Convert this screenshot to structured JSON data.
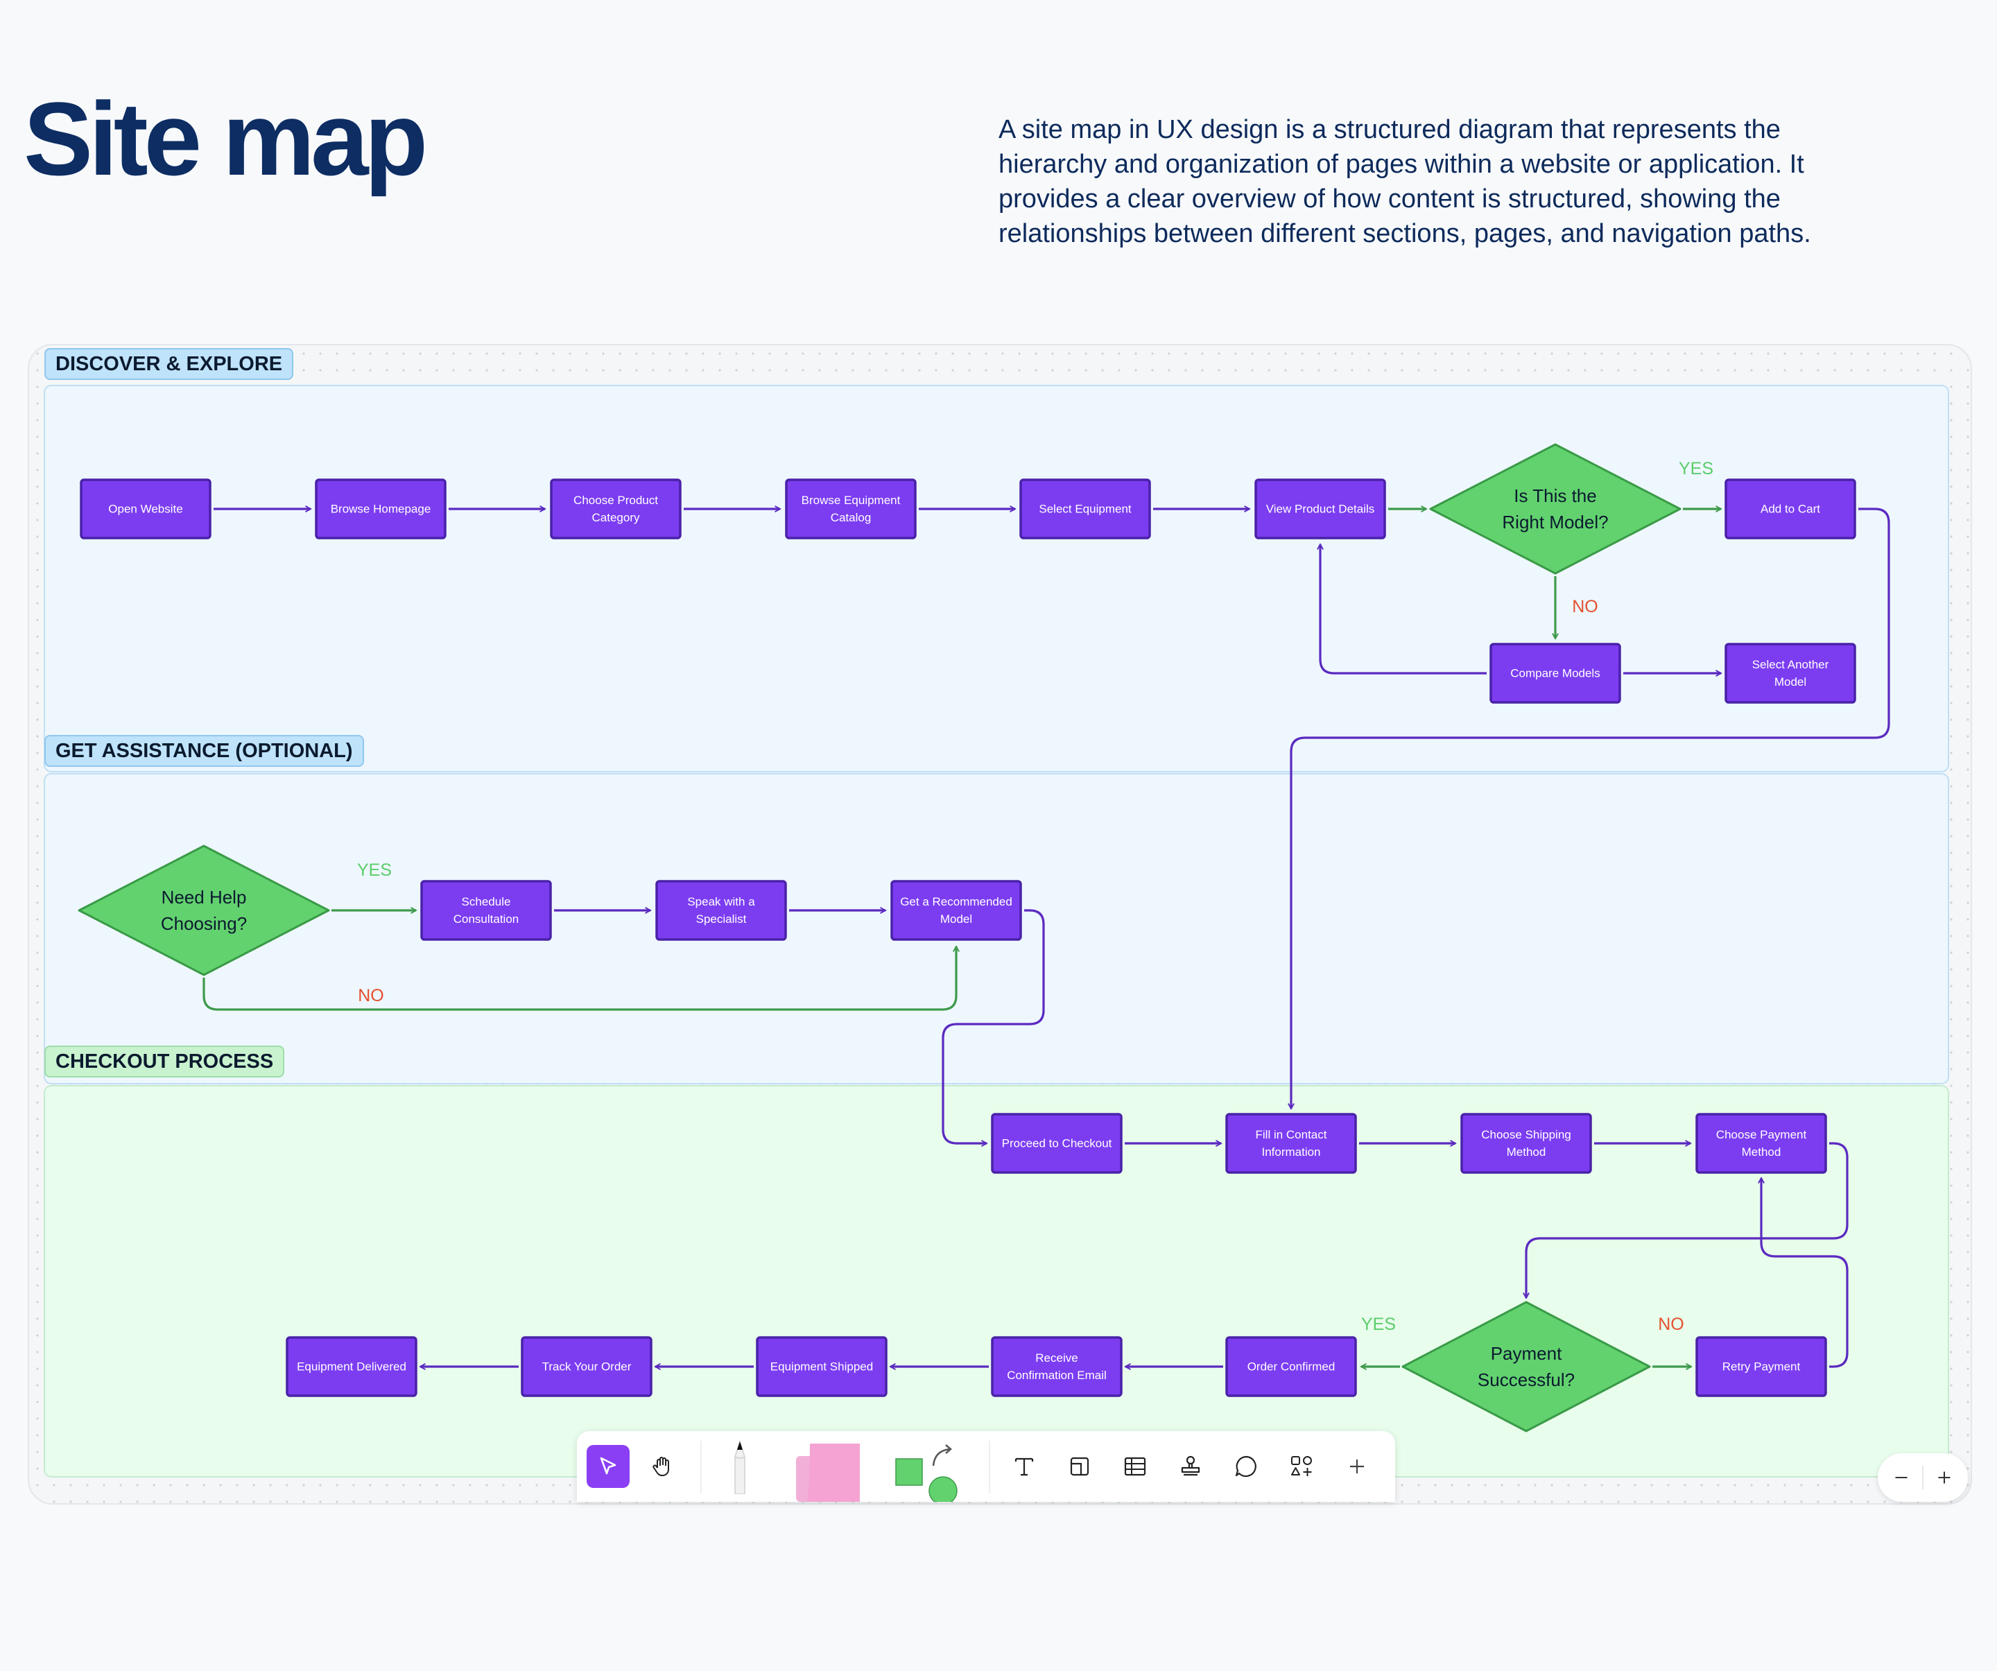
{
  "title": "Site map",
  "description": "A site map in UX design is a structured diagram that represents the hierarchy and organization of pages within a website or application. It provides a clear overview of how content is structured, showing the relationships between different sections, pages, and navigation paths.",
  "lanes": [
    {
      "id": "discover",
      "label": "DISCOVER & EXPLORE",
      "color": "#eef7fe"
    },
    {
      "id": "assist",
      "label": "GET ASSISTANCE (OPTIONAL)",
      "color": "#eef7fe"
    },
    {
      "id": "checkout",
      "label": "CHECKOUT PROCESS",
      "color": "#e8fdec"
    }
  ],
  "nodes": [
    {
      "id": "open",
      "type": "process",
      "lines": [
        "Open Website"
      ]
    },
    {
      "id": "browse_home",
      "type": "process",
      "lines": [
        "Browse Homepage"
      ]
    },
    {
      "id": "choose_cat",
      "type": "process",
      "lines": [
        "Choose Product",
        "Category"
      ]
    },
    {
      "id": "browse_cat",
      "type": "process",
      "lines": [
        "Browse Equipment",
        "Catalog"
      ]
    },
    {
      "id": "select_eq",
      "type": "process",
      "lines": [
        "Select Equipment"
      ]
    },
    {
      "id": "view_details",
      "type": "process",
      "lines": [
        "View Product Details"
      ]
    },
    {
      "id": "right_model",
      "type": "decision",
      "lines": [
        "Is This the",
        "Right Model?"
      ]
    },
    {
      "id": "add_cart",
      "type": "process",
      "lines": [
        "Add to Cart"
      ]
    },
    {
      "id": "compare",
      "type": "process",
      "lines": [
        "Compare Models"
      ]
    },
    {
      "id": "select_another",
      "type": "process",
      "lines": [
        "Select Another",
        "Model"
      ]
    },
    {
      "id": "need_help",
      "type": "decision",
      "lines": [
        "Need Help",
        "Choosing?"
      ]
    },
    {
      "id": "schedule",
      "type": "process",
      "lines": [
        "Schedule",
        "Consultation"
      ]
    },
    {
      "id": "speak",
      "type": "process",
      "lines": [
        "Speak with a",
        "Specialist"
      ]
    },
    {
      "id": "recommended",
      "type": "process",
      "lines": [
        "Get a Recommended",
        "Model"
      ]
    },
    {
      "id": "proceed",
      "type": "process",
      "lines": [
        "Proceed to Checkout"
      ]
    },
    {
      "id": "contact",
      "type": "process",
      "lines": [
        "Fill in Contact",
        "Information"
      ]
    },
    {
      "id": "shipping",
      "type": "process",
      "lines": [
        "Choose Shipping",
        "Method"
      ]
    },
    {
      "id": "payment_method",
      "type": "process",
      "lines": [
        "Choose Payment",
        "Method"
      ]
    },
    {
      "id": "payment_ok",
      "type": "decision",
      "lines": [
        "Payment",
        "Successful?"
      ]
    },
    {
      "id": "retry",
      "type": "process",
      "lines": [
        "Retry Payment"
      ]
    },
    {
      "id": "confirmed",
      "type": "process",
      "lines": [
        "Order Confirmed"
      ]
    },
    {
      "id": "email",
      "type": "process",
      "lines": [
        "Receive",
        "Confirmation Email"
      ]
    },
    {
      "id": "shipped",
      "type": "process",
      "lines": [
        "Equipment Shipped"
      ]
    },
    {
      "id": "track",
      "type": "process",
      "lines": [
        "Track Your Order"
      ]
    },
    {
      "id": "delivered",
      "type": "process",
      "lines": [
        "Equipment Delivered"
      ]
    }
  ],
  "edges": [
    {
      "from": "open",
      "to": "browse_home"
    },
    {
      "from": "browse_home",
      "to": "choose_cat"
    },
    {
      "from": "choose_cat",
      "to": "browse_cat"
    },
    {
      "from": "browse_cat",
      "to": "select_eq"
    },
    {
      "from": "select_eq",
      "to": "view_details"
    },
    {
      "from": "view_details",
      "to": "right_model"
    },
    {
      "from": "right_model",
      "to": "add_cart",
      "label": "YES"
    },
    {
      "from": "right_model",
      "to": "compare",
      "label": "NO"
    },
    {
      "from": "compare",
      "to": "select_another"
    },
    {
      "from": "compare",
      "to": "view_details"
    },
    {
      "from": "add_cart",
      "to": "contact"
    },
    {
      "from": "need_help",
      "to": "schedule",
      "label": "YES"
    },
    {
      "from": "need_help",
      "to": "recommended",
      "label": "NO"
    },
    {
      "from": "schedule",
      "to": "speak"
    },
    {
      "from": "speak",
      "to": "recommended"
    },
    {
      "from": "recommended",
      "to": "proceed"
    },
    {
      "from": "proceed",
      "to": "contact"
    },
    {
      "from": "contact",
      "to": "shipping"
    },
    {
      "from": "shipping",
      "to": "payment_method"
    },
    {
      "from": "payment_method",
      "to": "payment_ok"
    },
    {
      "from": "payment_ok",
      "to": "retry",
      "label": "NO"
    },
    {
      "from": "retry",
      "to": "payment_method"
    },
    {
      "from": "payment_ok",
      "to": "confirmed",
      "label": "YES"
    },
    {
      "from": "confirmed",
      "to": "email"
    },
    {
      "from": "email",
      "to": "shipped"
    },
    {
      "from": "shipped",
      "to": "track"
    },
    {
      "from": "track",
      "to": "delivered"
    }
  ],
  "colors": {
    "process_fill": "#7c3df1",
    "process_stroke": "#4a22a8",
    "process_text": "#ffffff",
    "decision_fill": "#62d26f",
    "decision_stroke": "#3a9a47",
    "decision_text": "#0b1a2e",
    "edge_purple": "#5b2ac0",
    "edge_green": "#3f9a4c",
    "yes_label": "#5ccd6a",
    "no_label": "#e4502f"
  },
  "toolbar": {
    "tools": [
      "select-tool",
      "hand-tool",
      "pen-tool",
      "sticky-note-tool",
      "shape-tool",
      "text-tool",
      "frame-tool",
      "table-tool",
      "stamp-tool",
      "comment-tool",
      "components-tool",
      "add-tool"
    ],
    "active": "select-tool"
  },
  "zoom": {
    "out": "−",
    "in": "+"
  }
}
